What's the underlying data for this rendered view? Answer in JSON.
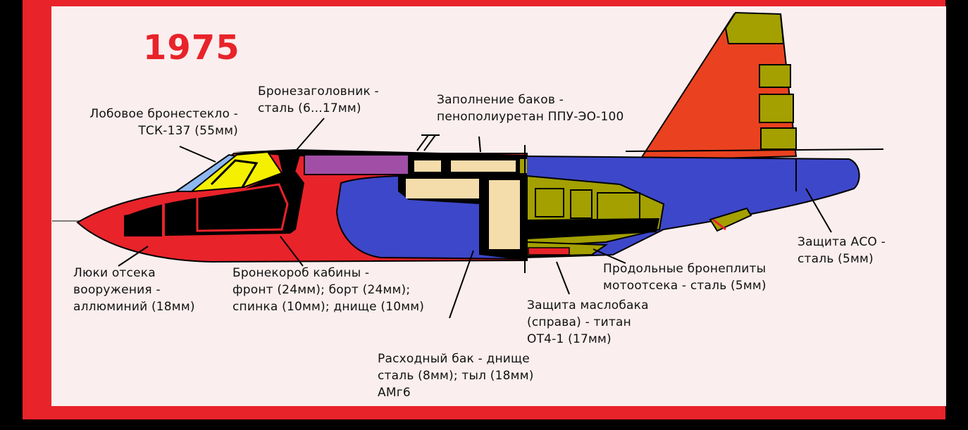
{
  "year": "1975",
  "colors": {
    "frame": "#e8232a",
    "background": "#fbeeee",
    "fuselage_red": "#e8232a",
    "blue": "#3d47c9",
    "olive": "#a3a000",
    "yellow": "#f5f000",
    "purple": "#a14fa6",
    "beige": "#f5dcab",
    "tail_red": "#ea4220",
    "black": "#000000"
  },
  "labels": {
    "windshield": [
      "Лобовое бронестекло -",
      "ТСК-137 (55мм)"
    ],
    "headrest": [
      "Бронезаголовник -",
      "сталь (6...17мм)"
    ],
    "tank_fill": [
      "Заполнение баков -",
      "пенополиуретан ППУ-ЭО-100"
    ],
    "weapon_hatches": [
      "Люки отсека",
      "вооружения -",
      "аллюминий (18мм)"
    ],
    "cockpit_box": [
      "Бронекороб кабины -",
      "фронт (24мм); борт (24мм);",
      "спинка (10мм); днище (10мм)"
    ],
    "supply_tank": [
      "Расходный бак - днище",
      "сталь (8мм); тыл (18мм)",
      "АМг6"
    ],
    "oil_tank": [
      "Защита маслобака",
      "(справа) - титан",
      "ОТ4-1 (17мм)"
    ],
    "engine_plates": [
      "Продольные бронеплиты",
      "мотоотсека - сталь (5мм)"
    ],
    "aso": [
      "Защита АСО -",
      "сталь (5мм)"
    ]
  }
}
